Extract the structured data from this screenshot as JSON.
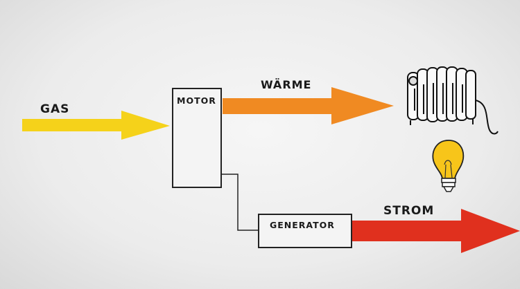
{
  "diagram": {
    "input_label": "GAS",
    "motor_label": "MOTOR",
    "heat_label": "WÄRME",
    "generator_label": "GENERATOR",
    "power_label": "STROM",
    "icons": [
      "radiator-icon",
      "light-bulb-icon"
    ],
    "colors": {
      "gas_arrow": "#f5d21a",
      "heat_arrow": "#f08a22",
      "power_arrow": "#e0301e",
      "bulb": "#f7c51a",
      "line": "#222222"
    }
  }
}
